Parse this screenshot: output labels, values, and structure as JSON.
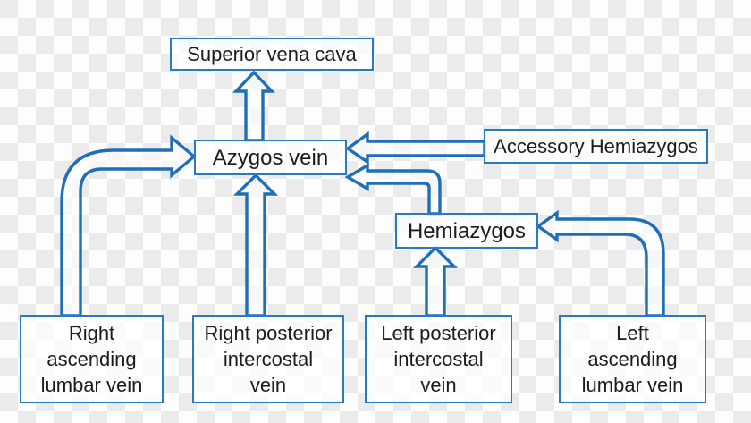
{
  "diagram": {
    "type": "flowchart",
    "subject": "Azygos venous system drainage",
    "colors": {
      "arrow_outline": "#1f6fb8",
      "box_border": "#2a79c2",
      "text": "#1c1c1c",
      "checker_light": "#fdfdfd",
      "checker_gray": "#ebebeb"
    },
    "nodes": {
      "svc": {
        "label": "Superior vena cava"
      },
      "azygos": {
        "label": "Azygos vein"
      },
      "accessory": {
        "label": "Accessory Hemiazygos"
      },
      "hemiazygos": {
        "label": "Hemiazygos"
      },
      "ralv": {
        "label": "Right\nascending\nlumbar vein"
      },
      "rpiv": {
        "label": "Right posterior\nintercostal\nvein"
      },
      "lpiv": {
        "label": "Left posterior\nintercostal\nvein"
      },
      "lalv": {
        "label": "Left\nascending\nlumbar vein"
      }
    },
    "edges": [
      {
        "from": "Azygos vein",
        "to": "Superior vena cava"
      },
      {
        "from": "Accessory Hemiazygos",
        "to": "Azygos vein"
      },
      {
        "from": "Hemiazygos",
        "to": "Azygos vein"
      },
      {
        "from": "Right ascending lumbar vein",
        "to": "Azygos vein"
      },
      {
        "from": "Right posterior intercostal vein",
        "to": "Azygos vein"
      },
      {
        "from": "Left posterior intercostal vein",
        "to": "Hemiazygos"
      },
      {
        "from": "Left ascending lumbar vein",
        "to": "Hemiazygos"
      }
    ]
  }
}
